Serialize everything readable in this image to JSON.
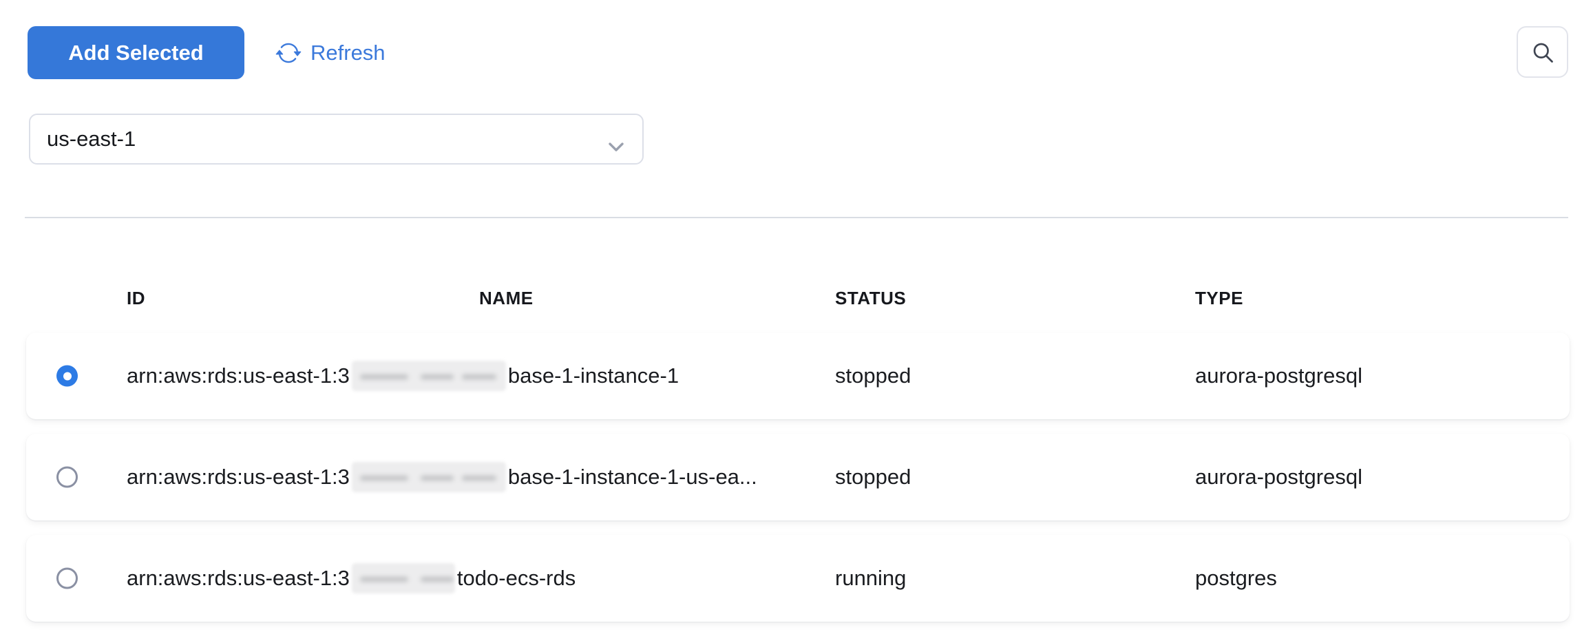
{
  "toolbar": {
    "add_selected_label": "Add Selected",
    "refresh_label": "Refresh"
  },
  "region_select": {
    "value": "us-east-1"
  },
  "table": {
    "columns": [
      "ID",
      "NAME",
      "STATUS",
      "TYPE"
    ],
    "rows": [
      {
        "selected": true,
        "id_prefix": "arn:aws:rds:us-east-1:3",
        "id_redacted": true,
        "name_visible": "base-1-instance-1",
        "status": "stopped",
        "type": "aurora-postgresql"
      },
      {
        "selected": false,
        "id_prefix": "arn:aws:rds:us-east-1:3",
        "id_redacted": true,
        "name_visible": "base-1-instance-1-us-ea...",
        "status": "stopped",
        "type": "aurora-postgresql"
      },
      {
        "selected": false,
        "id_prefix": "arn:aws:rds:us-east-1:3",
        "id_redacted": true,
        "name_visible": "todo-ecs-rds",
        "status": "running",
        "type": "postgres"
      }
    ]
  },
  "icons": {
    "refresh": "refresh-icon",
    "search": "search-icon",
    "chevron": "chevron-down-icon"
  },
  "colors": {
    "accent_blue": "#3578d9",
    "link_blue": "#3b79db",
    "radio_selected": "#2d7be5",
    "divider": "#d9dde4",
    "text": "#17191d"
  }
}
